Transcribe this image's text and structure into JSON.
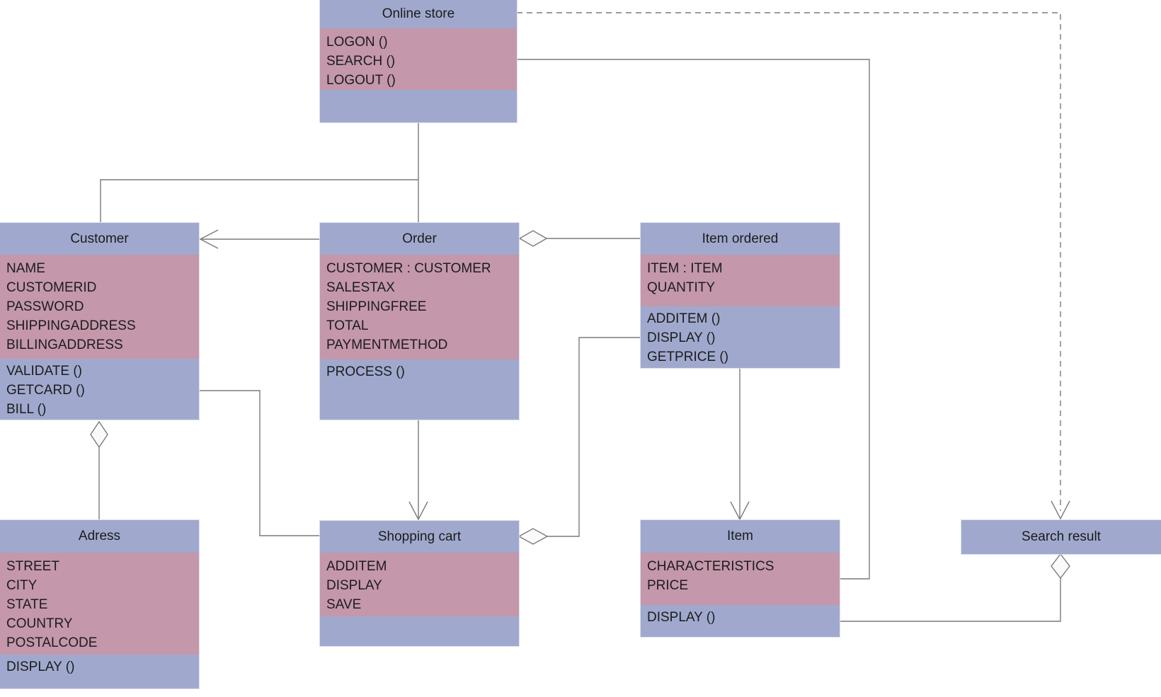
{
  "diagram": {
    "type": "uml-class-diagram",
    "colors": {
      "header_fill": "#a0a9cd",
      "attribute_fill": "#c497ab",
      "method_fill": "#a0a9cd",
      "line": "#7a7a7a",
      "diamond_fill": "#fafafa",
      "text": "#1c1c1c",
      "background": "#ffffff"
    }
  },
  "classes": [
    {
      "title": "Online store",
      "attributes": [
        "LOGON ()",
        "SEARCH ()",
        "LOGOUT ()"
      ],
      "methods": []
    },
    {
      "title": "Customer",
      "attributes": [
        "NAME",
        "CUSTOMERID",
        "PASSWORD",
        "SHIPPINGADDRESS",
        "BILLINGADDRESS"
      ],
      "methods": [
        "VALIDATE ()",
        "GETCARD ()",
        "BILL ()"
      ]
    },
    {
      "title": "Order",
      "attributes": [
        "CUSTOMER : CUSTOMER",
        "SALESTAX",
        "SHIPPINGFREE",
        "TOTAL",
        "PAYMENTMETHOD"
      ],
      "methods": [
        "PROCESS ()"
      ]
    },
    {
      "title": "Item ordered",
      "attributes": [
        "ITEM : ITEM",
        "QUANTITY"
      ],
      "methods": [
        "ADDITEM ()",
        "DISPLAY ()",
        "GETPRICE ()"
      ]
    },
    {
      "title": "Adress",
      "attributes": [
        "STREET",
        "CITY",
        "STATE",
        "COUNTRY",
        "POSTALCODE"
      ],
      "methods": [
        "DISPLAY ()"
      ]
    },
    {
      "title": "Shopping cart",
      "attributes": [
        "ADDITEM",
        "DISPLAY",
        "SAVE"
      ],
      "methods": []
    },
    {
      "title": "Item",
      "attributes": [
        "CHARACTERISTICS",
        "PRICE"
      ],
      "methods": [
        "DISPLAY ()"
      ]
    },
    {
      "title": "Search result",
      "attributes": [],
      "methods": []
    }
  ],
  "connections": [
    {
      "from": "Online store",
      "to": "Search result",
      "style": "dashed",
      "end": "open-arrow"
    },
    {
      "from": "Online store",
      "to": "Item",
      "style": "solid",
      "end": "none"
    },
    {
      "from": "Online store",
      "to": "Customer",
      "style": "solid",
      "end": "none"
    },
    {
      "from": "Online store",
      "to": "Order",
      "style": "solid",
      "end": "none"
    },
    {
      "from": "Order",
      "to": "Customer",
      "style": "solid",
      "end": "open-arrow"
    },
    {
      "from": "Item ordered",
      "to": "Order",
      "style": "solid",
      "end": "open-diamond"
    },
    {
      "from": "Customer",
      "to": "Adress",
      "style": "solid",
      "end": "open-diamond"
    },
    {
      "from": "Customer",
      "to": "Shopping cart",
      "style": "solid",
      "end": "none"
    },
    {
      "from": "Order",
      "to": "Shopping cart",
      "style": "solid",
      "end": "open-arrow"
    },
    {
      "from": "Item ordered",
      "to": "Shopping cart",
      "style": "solid",
      "end": "open-diamond"
    },
    {
      "from": "Item ordered",
      "to": "Item",
      "style": "solid",
      "end": "open-arrow"
    },
    {
      "from": "Item",
      "to": "Search result",
      "style": "solid",
      "end": "open-diamond"
    }
  ]
}
